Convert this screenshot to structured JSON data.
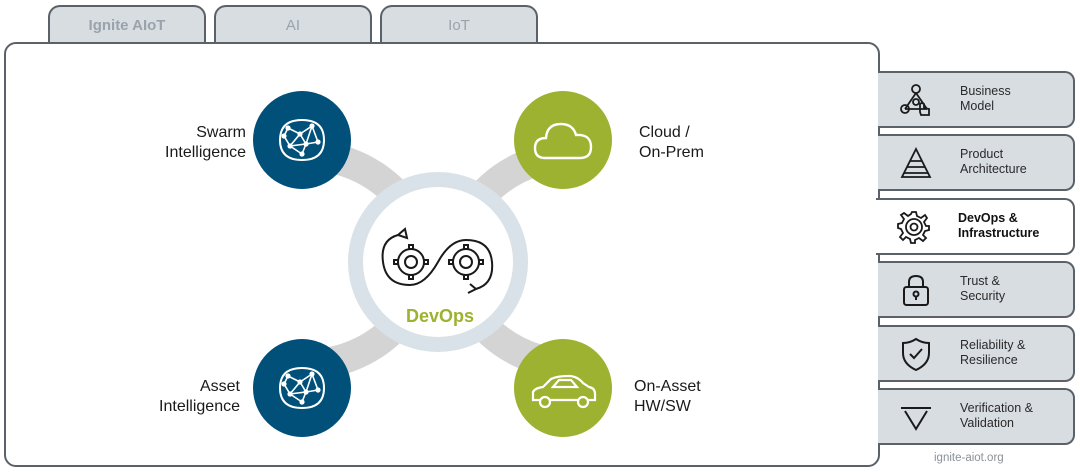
{
  "tabs": [
    {
      "label": "Ignite AIoT"
    },
    {
      "label": "AI"
    },
    {
      "label": "IoT"
    }
  ],
  "diagram": {
    "center": {
      "label": "DevOps",
      "icon": "gears-cycle-icon"
    },
    "nodes": [
      {
        "label": "Swarm\nIntelligence",
        "icon": "neural-network-icon",
        "color": "#00507a"
      },
      {
        "label": "Cloud /\nOn-Prem",
        "icon": "cloud-icon",
        "color": "#9cb230"
      },
      {
        "label": "Asset\nIntelligence",
        "icon": "neural-network-icon",
        "color": "#00507a"
      },
      {
        "label": "On-Asset\nHW/SW",
        "icon": "car-icon",
        "color": "#9cb230"
      }
    ],
    "colors": {
      "blue": "#00507a",
      "green": "#9cb230",
      "ring": "#d9e2e8",
      "connector": "#d4d4d4"
    }
  },
  "sidebar": {
    "items": [
      {
        "label": "Business\nModel",
        "icon": "business-model-icon",
        "active": false
      },
      {
        "label": "Product\nArchitecture",
        "icon": "pyramid-icon",
        "active": false
      },
      {
        "label": "DevOps &\nInfrastructure",
        "icon": "gear-icon",
        "active": true
      },
      {
        "label": "Trust &\nSecurity",
        "icon": "lock-icon",
        "active": false
      },
      {
        "label": "Reliability &\nResilience",
        "icon": "shield-check-icon",
        "active": false
      },
      {
        "label": "Verification &\nValidation",
        "icon": "funnel-icon",
        "active": false
      }
    ]
  },
  "footer": {
    "url": "ignite-aiot.org"
  }
}
